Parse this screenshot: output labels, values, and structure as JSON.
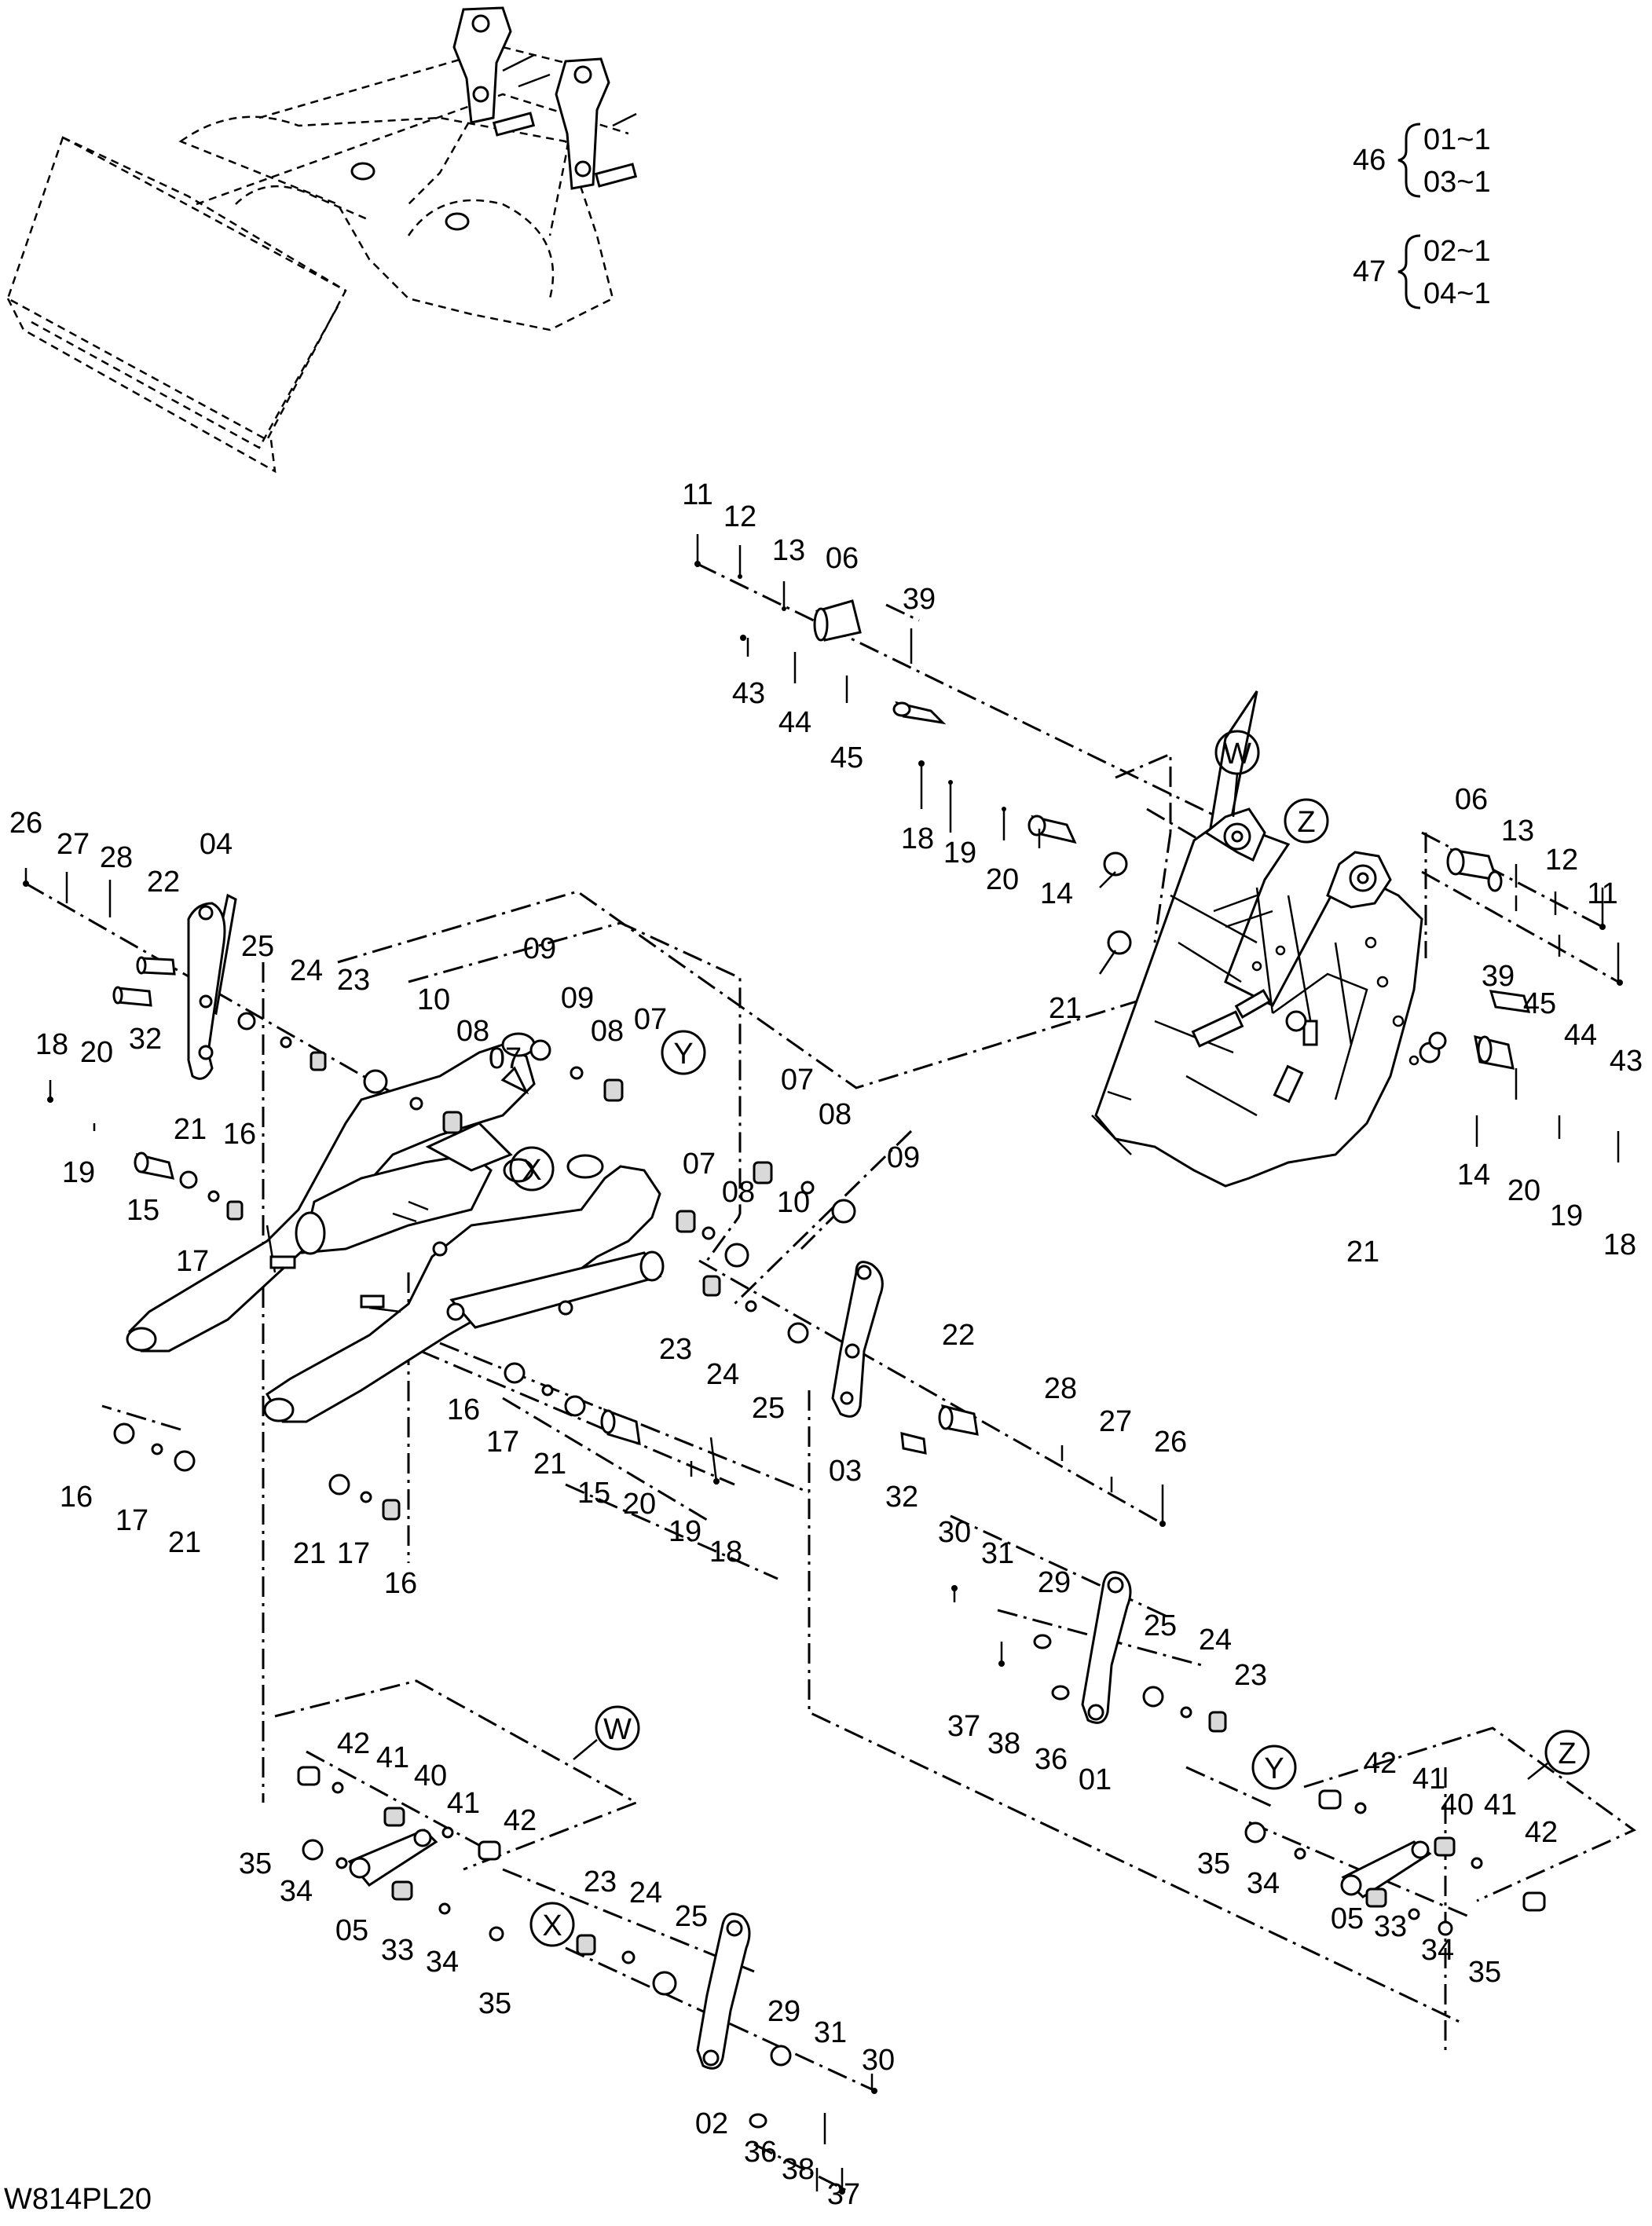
{
  "drawing_code": "W814PL20",
  "legend": [
    {
      "item": "46",
      "subs": [
        "01~1",
        "03~1"
      ]
    },
    {
      "item": "47",
      "subs": [
        "02~1",
        "04~1"
      ]
    }
  ],
  "view_markers": {
    "W": "W",
    "X": "X",
    "Y": "Y",
    "Z": "Z"
  },
  "callouts": {
    "c11a": "11",
    "c12a": "12",
    "c13a": "13",
    "c06a": "06",
    "c39a": "39",
    "c43a": "43",
    "c44a": "44",
    "c45a": "45",
    "c18a": "18",
    "c19a": "19",
    "c20a": "20",
    "c14a": "14",
    "c21a": "21",
    "c06b": "06",
    "c13b": "13",
    "c12b": "12",
    "c11b": "11",
    "c39b": "39",
    "c45b": "45",
    "c44b": "44",
    "c43b": "43",
    "c14b": "14",
    "c20b": "20",
    "c19b": "19",
    "c18b": "18",
    "c21b": "21",
    "c26a": "26",
    "c27a": "27",
    "c28a": "28",
    "c22a": "22",
    "c04": "04",
    "c32a": "32",
    "c25a": "25",
    "c24a": "24",
    "c23a": "23",
    "c09a": "09",
    "c10a": "10",
    "c08a": "08",
    "c07a": "07",
    "c09b": "09",
    "c08b": "08",
    "c07b": "07",
    "c18c": "18",
    "c20c": "20",
    "c19c": "19",
    "c21c": "21",
    "c16a": "16",
    "c15a": "15",
    "c17a": "17",
    "c07c": "07",
    "c08c": "08",
    "c09c": "09",
    "c07d": "07",
    "c08d": "08",
    "c10b": "10",
    "c23b": "23",
    "c24b": "24",
    "c25b": "25",
    "c22b": "22",
    "c03": "03",
    "c32b": "32",
    "c28b": "28",
    "c27b": "27",
    "c26b": "26",
    "c16b": "16",
    "c17b": "17",
    "c21d": "21",
    "c15b": "15",
    "c20d": "20",
    "c19d": "19",
    "c18d": "18",
    "c16c": "16",
    "c17c": "17",
    "c21e": "21",
    "c21f": "21",
    "c17d": "17",
    "c16d": "16",
    "c30a": "30",
    "c31a": "31",
    "c29a": "29",
    "c25c": "25",
    "c24c": "24",
    "c23c": "23",
    "c37a": "37",
    "c38a": "38",
    "c36a": "36",
    "c01": "01",
    "c42a": "42",
    "c41a": "41",
    "c40a": "40",
    "c41b": "41",
    "c42b": "42",
    "c35a": "35",
    "c34a": "34",
    "c05a": "05",
    "c33a": "33",
    "c34b": "34",
    "c35b": "35",
    "c23d": "23",
    "c24d": "24",
    "c25d": "25",
    "c29b": "29",
    "c31b": "31",
    "c30b": "30",
    "c02": "02",
    "c36b": "36",
    "c38b": "38",
    "c37b": "37",
    "c42c": "42",
    "c41c": "41",
    "c40b": "40",
    "c41d": "41",
    "c42d": "42",
    "c35c": "35",
    "c34c": "34",
    "c05b": "05",
    "c33b": "33",
    "c34d": "34",
    "c35d": "35"
  }
}
